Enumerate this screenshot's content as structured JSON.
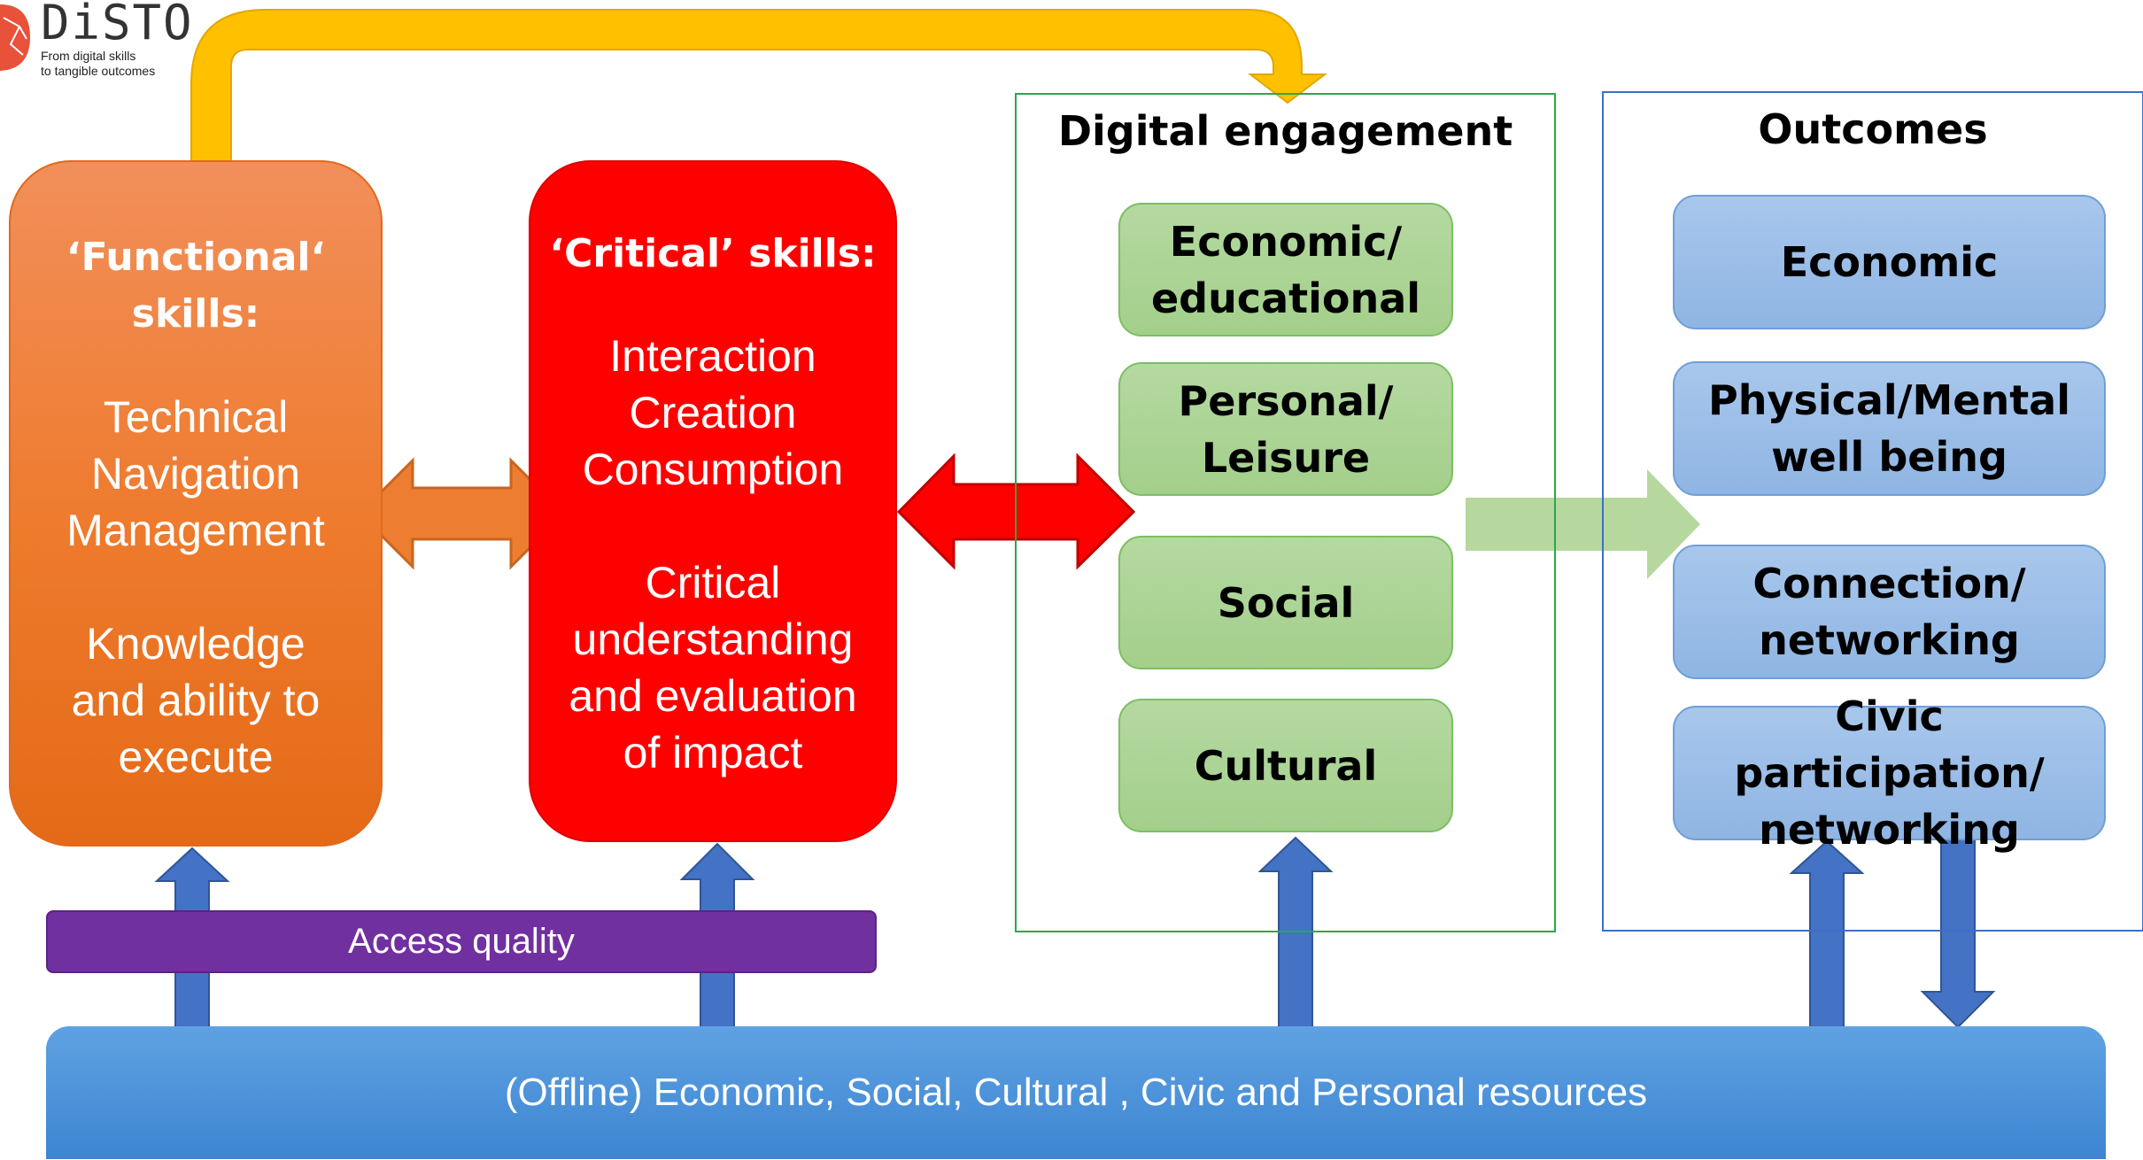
{
  "logo": {
    "name": "DiSTO",
    "tagline": "From digital skills\nto tangible outcomes"
  },
  "functional_skills": {
    "heading": "‘Functional‘\nskills:",
    "items": "Technical\nNavigation\nManagement",
    "description": "Knowledge\nand ability to\nexecute"
  },
  "critical_skills": {
    "heading": "‘Critical’ skills:",
    "items": "Interaction\nCreation\nConsumption",
    "description": "Critical\nunderstanding\nand evaluation\nof impact"
  },
  "digital_engagement": {
    "title": "Digital engagement",
    "items": [
      "Economic/\neducational",
      "Personal/\nLeisure",
      "Social",
      "Cultural"
    ]
  },
  "outcomes": {
    "title": "Outcomes",
    "items": [
      "Economic",
      "Physical/Mental\nwell being",
      "Connection/\nnetworking",
      "Civic participation/\nnetworking"
    ]
  },
  "access_quality": "Access quality",
  "resources": "(Offline) Economic, Social, Cultural , Civic and Personal resources",
  "colors": {
    "functional": "#ee7a2c",
    "critical": "#fe0000",
    "engagement_box": "#a9d18e",
    "outcome_box": "#9dc3e6",
    "access": "#7030a0",
    "resources": "#4a90d9",
    "feedback_arrow": "#ffc000",
    "orange_arrow": "#ed7d31",
    "red_arrow": "#ff0000",
    "green_arrow": "#a9d18e",
    "blue_arrow": "#4472c4"
  }
}
